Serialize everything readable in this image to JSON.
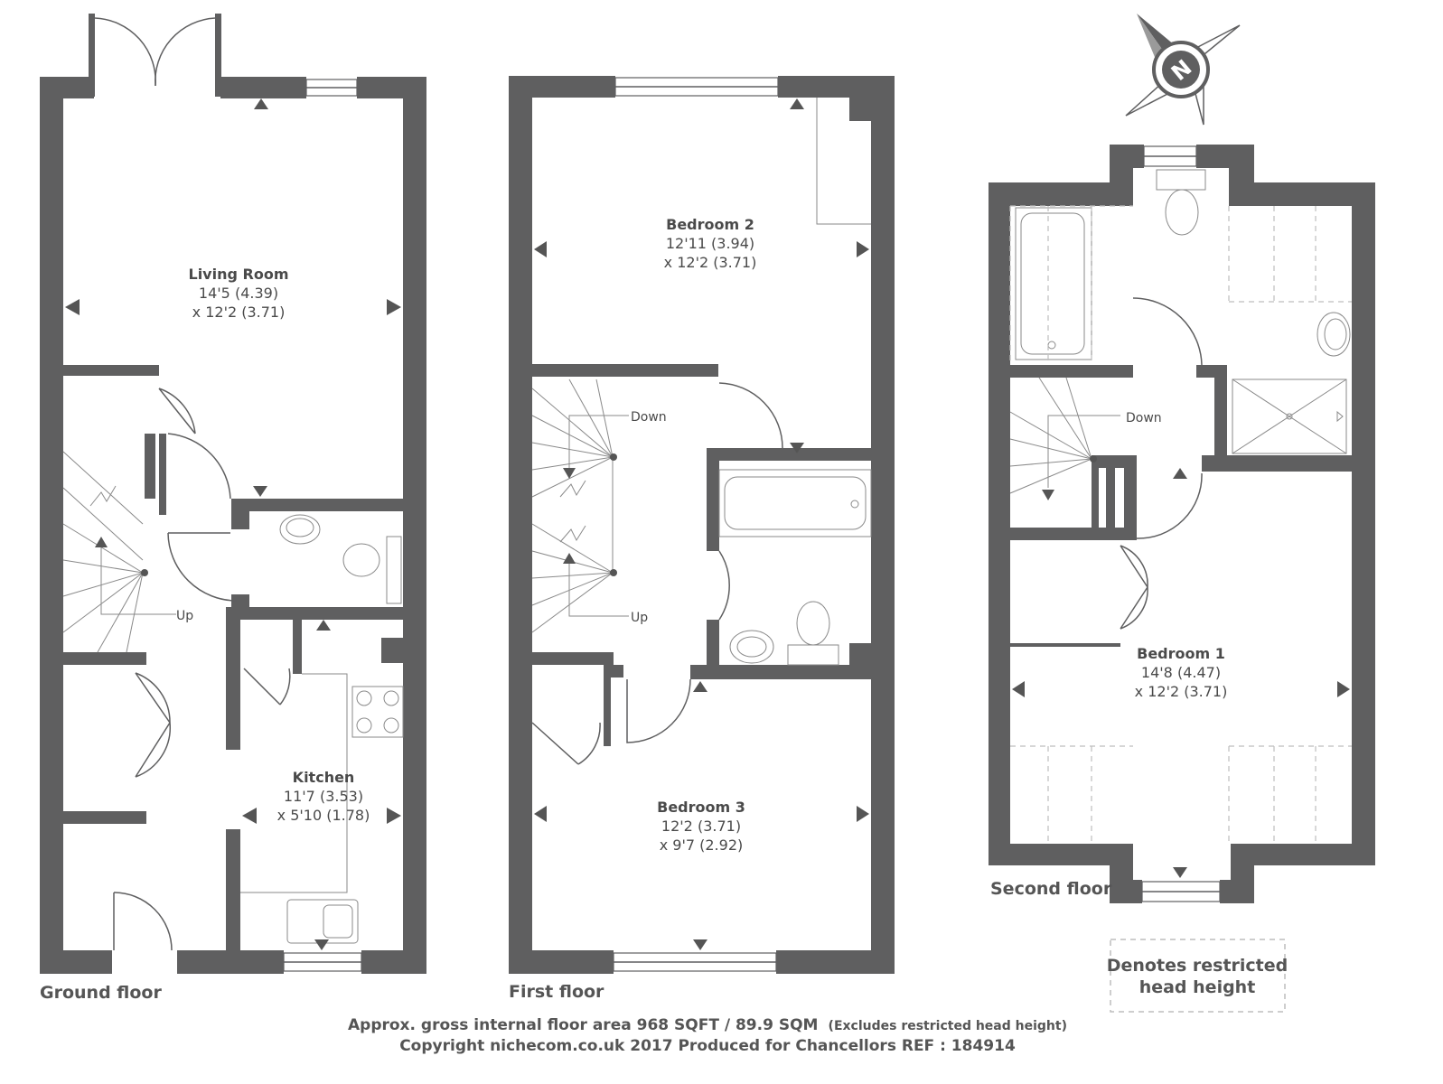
{
  "floors": {
    "ground": {
      "label": "Ground floor",
      "rooms": {
        "living_room": {
          "name": "Living Room",
          "dim1": "14'5 (4.39)",
          "dim2": "x 12'2 (3.71)"
        },
        "kitchen": {
          "name": "Kitchen",
          "dim1": "11'7 (3.53)",
          "dim2": "x 5'10 (1.78)"
        }
      },
      "stairs_label": "Up"
    },
    "first": {
      "label": "First floor",
      "rooms": {
        "bedroom_2": {
          "name": "Bedroom 2",
          "dim1": "12'11 (3.94)",
          "dim2": "x 12'2 (3.71)"
        },
        "bedroom_3": {
          "name": "Bedroom 3",
          "dim1": "12'2 (3.71)",
          "dim2": "x 9'7 (2.92)"
        }
      },
      "stairs_down": "Down",
      "stairs_up": "Up"
    },
    "second": {
      "label": "Second floor",
      "rooms": {
        "bedroom_1": {
          "name": "Bedroom 1",
          "dim1": "14'8 (4.47)",
          "dim2": "x 12'2 (3.71)"
        }
      },
      "stairs_down": "Down"
    }
  },
  "compass": {
    "letter": "N"
  },
  "legend": {
    "line1": "Denotes restricted",
    "line2": "head height"
  },
  "footer": {
    "area": "Approx. gross internal floor area 968 SQFT / 89.9 SQM",
    "area_note": "(Excludes restricted head height)",
    "copyright": "Copyright nichecom.co.uk 2017 Produced for Chancellors REF : 184914"
  },
  "colors": {
    "wall": "#5f5f60",
    "text": "#4a4a4a"
  }
}
